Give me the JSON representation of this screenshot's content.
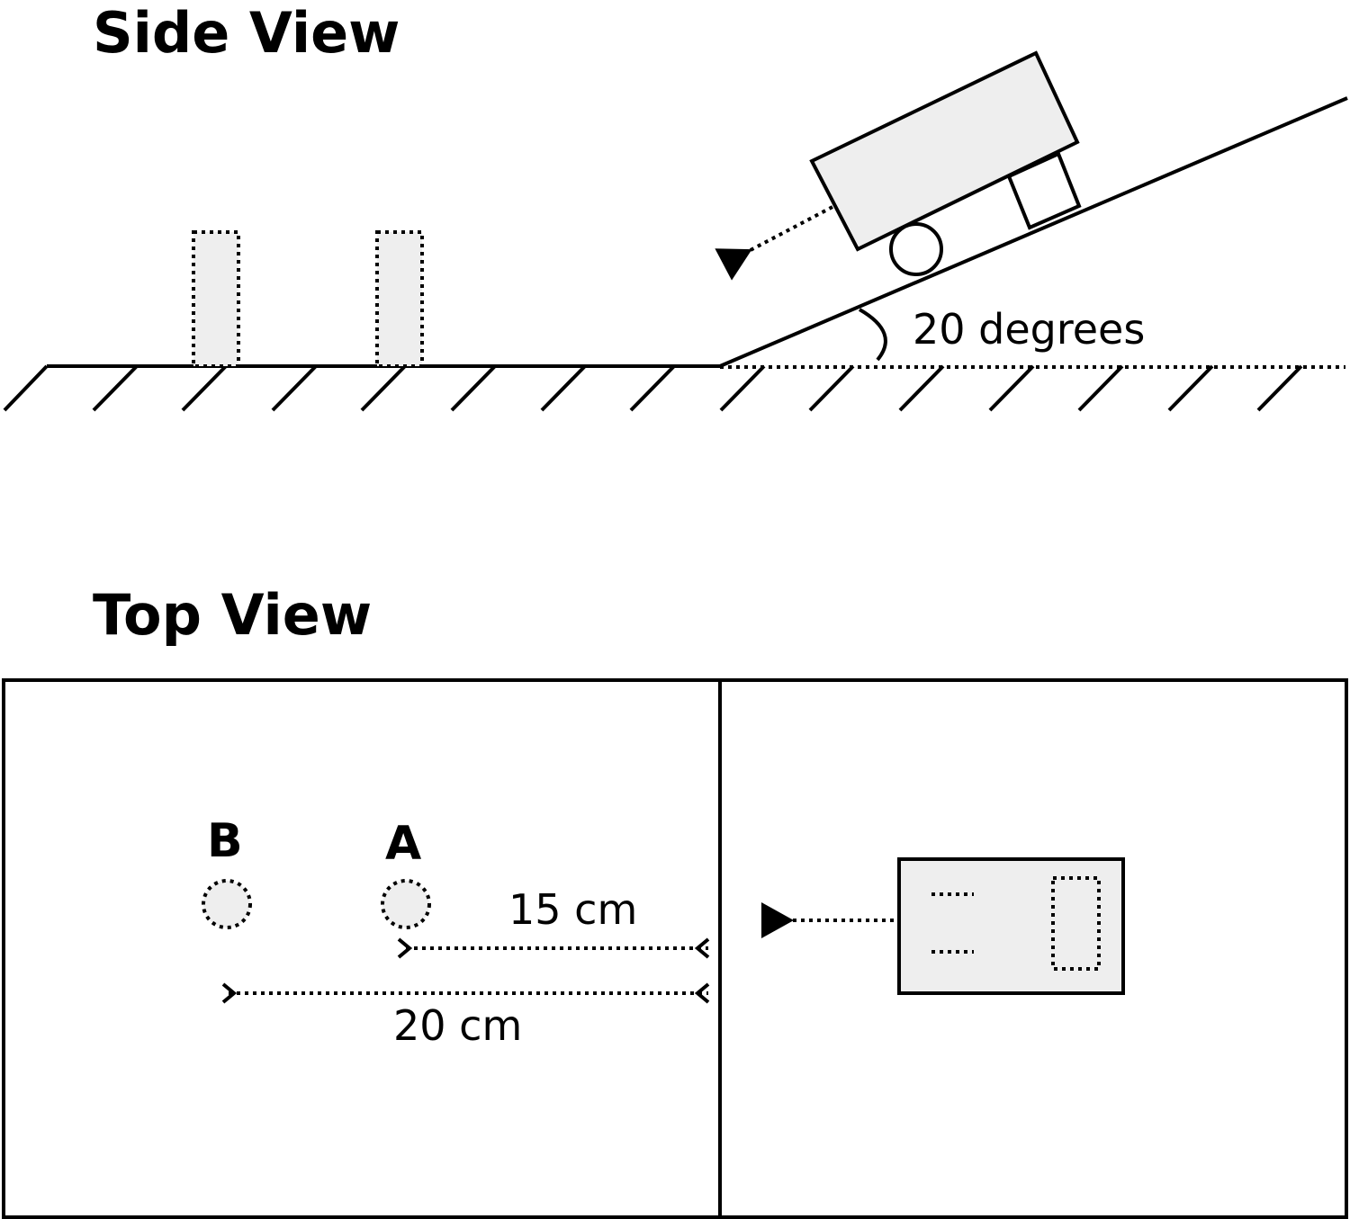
{
  "side_view": {
    "title": "Side View",
    "angle_label": "20 degrees"
  },
  "top_view": {
    "title": "Top View",
    "point_a": "A",
    "point_b": "B",
    "distance_a": "15 cm",
    "distance_b": "20 cm"
  },
  "colors": {
    "line": "#000000",
    "fill_grey": "#eeeeee"
  }
}
